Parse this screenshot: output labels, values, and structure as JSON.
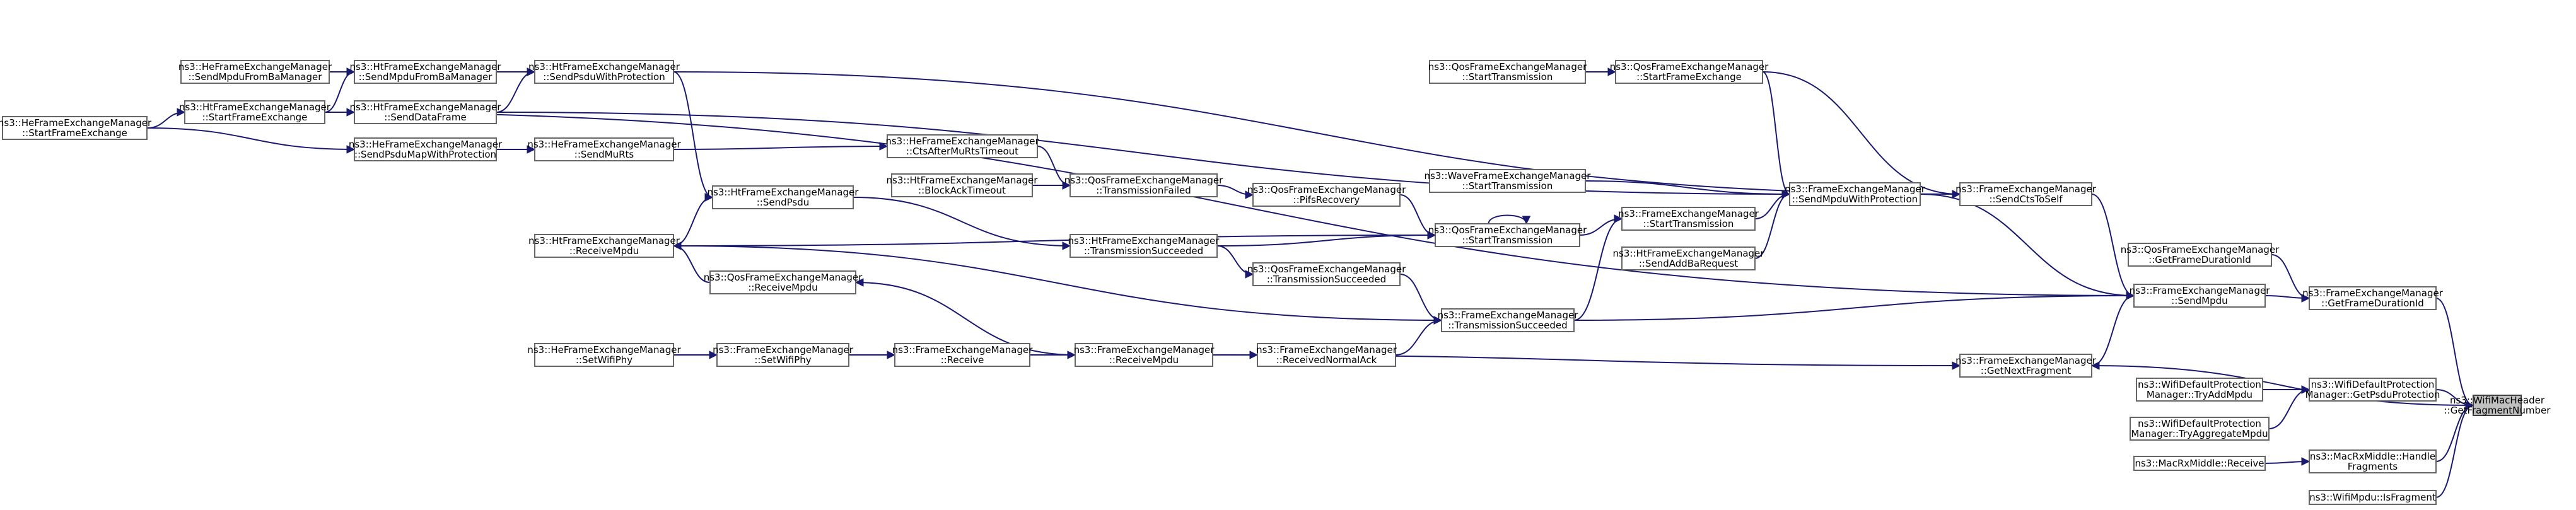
{
  "graph": {
    "title": "",
    "edge_color": "#191970",
    "focus_fill": "#bfbfbf",
    "nodes": [
      {
        "id": "target",
        "lines": [
          "ns3::WifiMacHeader",
          "::GetFragmentNumber"
        ],
        "focus": true
      },
      {
        "id": "gfd",
        "lines": [
          "ns3::FrameExchangeManager",
          "::GetFrameDurationId"
        ]
      },
      {
        "id": "gnf",
        "lines": [
          "ns3::FrameExchangeManager",
          "::GetNextFragment"
        ]
      },
      {
        "id": "wdp_gpp",
        "lines": [
          "ns3::WifiDefaultProtection",
          "Manager::GetPsduProtection"
        ]
      },
      {
        "id": "mrx_hf",
        "lines": [
          "ns3::MacRxMiddle::Handle",
          "Fragments"
        ]
      },
      {
        "id": "mrx_rx",
        "lines": [
          "ns3::MacRxMiddle::Receive"
        ]
      },
      {
        "id": "wmpdu",
        "lines": [
          "ns3::WifiMpdu::IsFragment"
        ]
      },
      {
        "id": "qfm_gfd",
        "lines": [
          "ns3::QosFrameExchangeManager",
          "::GetFrameDurationId"
        ]
      },
      {
        "id": "fem_sendmpdu",
        "lines": [
          "ns3::FrameExchangeManager",
          "::SendMpdu"
        ]
      },
      {
        "id": "fem_cts",
        "lines": [
          "ns3::FrameExchangeManager",
          "::SendCtsToSelf"
        ]
      },
      {
        "id": "fem_smwp",
        "lines": [
          "ns3::FrameExchangeManager",
          "::SendMpduWithProtection"
        ]
      },
      {
        "id": "fem_st",
        "lines": [
          "ns3::FrameExchangeManager",
          "::StartTransmission"
        ]
      },
      {
        "id": "fem_ts",
        "lines": [
          "ns3::FrameExchangeManager",
          "::TransmissionSucceeded"
        ]
      },
      {
        "id": "fem_rna",
        "lines": [
          "ns3::FrameExchangeManager",
          "::ReceivedNormalAck"
        ]
      },
      {
        "id": "fem_rmpdu",
        "lines": [
          "ns3::FrameExchangeManager",
          "::ReceiveMpdu"
        ]
      },
      {
        "id": "fem_recv",
        "lines": [
          "ns3::FrameExchangeManager",
          "::Receive"
        ]
      },
      {
        "id": "fem_swp",
        "lines": [
          "ns3::FrameExchangeManager",
          "::SetWifiPhy"
        ]
      },
      {
        "id": "he_swp",
        "lines": [
          "ns3::HeFrameExchangeManager",
          "::SetWifiPhy"
        ]
      },
      {
        "id": "ht_saba",
        "lines": [
          "ns3::HtFrameExchangeManager",
          "::SendAddBaRequest"
        ]
      },
      {
        "id": "qos_sfe",
        "lines": [
          "ns3::QosFrameExchangeManager",
          "::StartFrameExchange"
        ]
      },
      {
        "id": "qos_st2",
        "lines": [
          "ns3::QosFrameExchangeManager",
          "::StartTransmission"
        ]
      },
      {
        "id": "wave_st",
        "lines": [
          "ns3::WaveFrameExchangeManager",
          "::StartTransmission"
        ]
      },
      {
        "id": "qos_st",
        "lines": [
          "ns3::QosFrameExchangeManager",
          "::StartTransmission"
        ]
      },
      {
        "id": "qos_ifs",
        "lines": [
          "ns3::QosFrameExchangeManager",
          "::PifsRecovery"
        ]
      },
      {
        "id": "qos_tf",
        "lines": [
          "ns3::QosFrameExchangeManager",
          "::TransmissionFailed"
        ]
      },
      {
        "id": "qos_ts",
        "lines": [
          "ns3::QosFrameExchangeManager",
          "::TransmissionSucceeded"
        ]
      },
      {
        "id": "qos_rm",
        "lines": [
          "ns3::QosFrameExchangeManager",
          "::ReceiveMpdu"
        ]
      },
      {
        "id": "he_cts",
        "lines": [
          "ns3::HeFrameExchangeManager",
          "::CtsAfterMuRtsTimeout"
        ]
      },
      {
        "id": "ht_bat",
        "lines": [
          "ns3::HtFrameExchangeManager",
          "::BlockAckTimeout"
        ]
      },
      {
        "id": "ht_ts",
        "lines": [
          "ns3::HtFrameExchangeManager",
          "::TransmissionSucceeded"
        ]
      },
      {
        "id": "ht_spwp",
        "lines": [
          "ns3::HtFrameExchangeManager",
          "::SendPsduWithProtection"
        ]
      },
      {
        "id": "ht_sdf",
        "lines": [
          "ns3::HtFrameExchangeManager",
          "::SendDataFrame"
        ]
      },
      {
        "id": "ht_smfb",
        "lines": [
          "ns3::HtFrameExchangeManager",
          "::SendMpduFromBaManager"
        ]
      },
      {
        "id": "ht_sfe",
        "lines": [
          "ns3::HtFrameExchangeManager",
          "::StartFrameExchange"
        ]
      },
      {
        "id": "ht_sp",
        "lines": [
          "ns3::HtFrameExchangeManager",
          "::SendPsdu"
        ]
      },
      {
        "id": "ht_rm",
        "lines": [
          "ns3::HtFrameExchangeManager",
          "::ReceiveMpdu"
        ]
      },
      {
        "id": "he_smfb",
        "lines": [
          "ns3::HeFrameExchangeManager",
          "::SendMpduFromBaManager"
        ]
      },
      {
        "id": "he_smurts",
        "lines": [
          "ns3::HeFrameExchangeManager",
          "::SendMuRts"
        ]
      },
      {
        "id": "he_spmwp",
        "lines": [
          "ns3::HeFrameExchangeManager",
          "::SendPsduMapWithProtection"
        ]
      },
      {
        "id": "he_sfe",
        "lines": [
          "ns3::HeFrameExchangeManager",
          "::StartFrameExchange"
        ]
      },
      {
        "id": "wdp_tam",
        "lines": [
          "ns3::WifiDefaultProtection",
          "Manager::TryAddMpdu"
        ]
      },
      {
        "id": "wdp_tagg",
        "lines": [
          "ns3::WifiDefaultProtection",
          "Manager::TryAggregateMpdu"
        ]
      }
    ]
  }
}
